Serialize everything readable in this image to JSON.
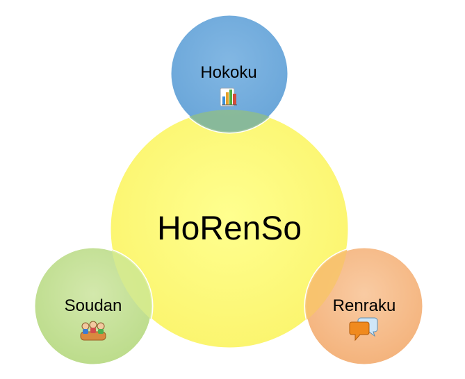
{
  "diagram": {
    "center": {
      "label": "HoRenSo",
      "color": "#ffff80"
    },
    "satellites": [
      {
        "id": "hokoku",
        "label": "Hokoku",
        "icon": "bar-chart-icon",
        "color": "#74aedf"
      },
      {
        "id": "soudan",
        "label": "Soudan",
        "icon": "people-group-icon",
        "color": "#c8e29a"
      },
      {
        "id": "renraku",
        "label": "Renraku",
        "icon": "speech-bubbles-icon",
        "color": "#f7c08e"
      }
    ]
  }
}
